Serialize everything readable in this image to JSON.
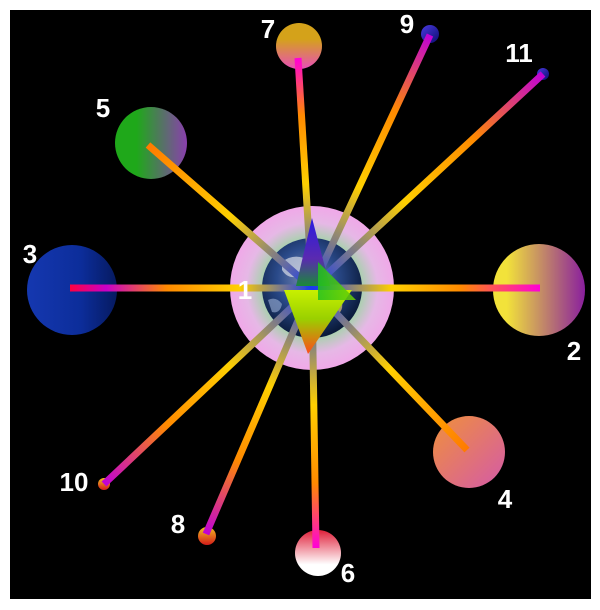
{
  "diagram": {
    "center": {
      "label": "1"
    },
    "nodes": [
      {
        "id": "n2",
        "label": "2",
        "colors": [
          "#f2e23a",
          "#8a1f9e"
        ]
      },
      {
        "id": "n3",
        "label": "3",
        "colors": [
          "#1232a8",
          "#0a1c6e"
        ]
      },
      {
        "id": "n4",
        "label": "4",
        "colors": [
          "#f08a3a",
          "#d45aa8"
        ]
      },
      {
        "id": "n5",
        "label": "5",
        "colors": [
          "#1fa81a",
          "#8a3fae"
        ]
      },
      {
        "id": "n6",
        "label": "6",
        "colors": [
          "#e0203a",
          "#ffffff"
        ]
      },
      {
        "id": "n7",
        "label": "7",
        "colors": [
          "#d4a21a",
          "#e84fb8"
        ]
      },
      {
        "id": "n8",
        "label": "8",
        "colors": [
          "#f0c020",
          "#d41a1a"
        ]
      },
      {
        "id": "n9",
        "label": "9",
        "colors": [
          "#3a2ad8",
          "#10107a"
        ]
      },
      {
        "id": "n10",
        "label": "10",
        "colors": [
          "#f0c020",
          "#d41a1a"
        ]
      },
      {
        "id": "n11",
        "label": "11",
        "colors": [
          "#3a2ad8",
          "#10107a"
        ]
      }
    ]
  }
}
